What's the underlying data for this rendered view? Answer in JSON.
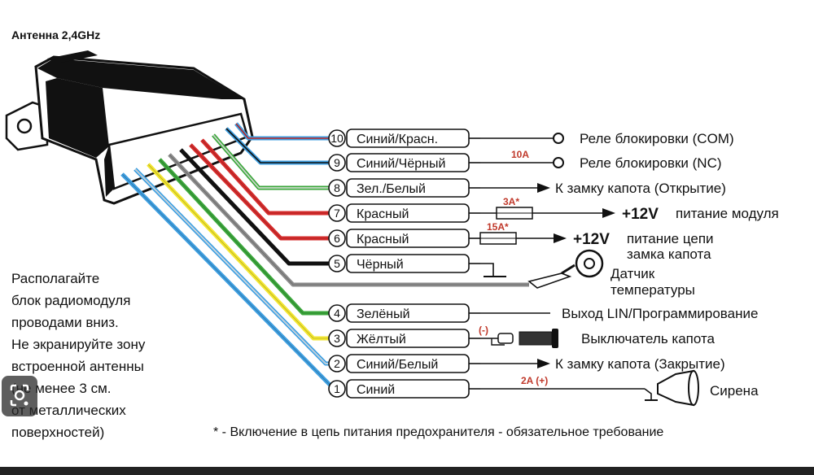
{
  "antenna_label": "Антенна 2,4GHz",
  "colors": {
    "blue": "#3d9ee0",
    "yellow": "#f2e62f",
    "green": "#3aa63a",
    "red": "#d62b2b",
    "black": "#111111",
    "gray": "#8a8a8a",
    "fuse_text": "#c0392b"
  },
  "wires": [
    {
      "num": "10",
      "label": "Синий/Красн.",
      "color": "blue-red",
      "dest": "Реле блокировки (COM)",
      "end": "terminal"
    },
    {
      "num": "9",
      "label": "Синий/Чёрный",
      "color": "blue-black",
      "dest": "Реле блокировки (NC)",
      "fuse": "10A",
      "end": "terminal"
    },
    {
      "num": "8",
      "label": "Зел./Белый",
      "color": "green-white",
      "dest": "К замку капота (Открытие)",
      "end": "arrow"
    },
    {
      "num": "7",
      "label": "Красный",
      "color": "red",
      "dest_strong": "+12V",
      "dest": "питание модуля",
      "fuse": "3A*",
      "end": "arrow"
    },
    {
      "num": "6",
      "label": "Красный",
      "color": "red",
      "dest_strong": "+12V",
      "dest": "питание цепи",
      "dest2": "замка капота",
      "fuse": "15A*",
      "end": "arrow"
    },
    {
      "num": "5",
      "label": "Чёрный",
      "color": "black",
      "end": "ground"
    },
    {
      "num": "sensor",
      "color": "gray",
      "dest": "Датчик",
      "dest2": "температуры",
      "end": "sensor"
    },
    {
      "num": "4",
      "label": "Зелёный",
      "color": "green",
      "dest": "Выход LIN/Программирование",
      "end": "line"
    },
    {
      "num": "3",
      "label": "Жёлтый",
      "color": "yellow",
      "dest": "Выключатель капота",
      "polarity": "(-)",
      "end": "switch"
    },
    {
      "num": "2",
      "label": "Синий/Белый",
      "color": "blue-white",
      "dest": "К замку капота (Закрытие)",
      "end": "arrow"
    },
    {
      "num": "1",
      "label": "Синий",
      "color": "blue",
      "dest": "Сирена",
      "fuse": "2A (+)",
      "end": "siren"
    }
  ],
  "note_lines": [
    "Располагайте",
    "блок радиомодуля",
    "проводами вниз.",
    "Не экранируйте зону",
    "встроенной антенны",
    "(не менее 3 см.",
    "от металлических",
    "поверхностей)"
  ],
  "footnote": "* - Включение в цепь питания предохранителя - обязательное требование",
  "overlay_icon": "google-lens-icon"
}
